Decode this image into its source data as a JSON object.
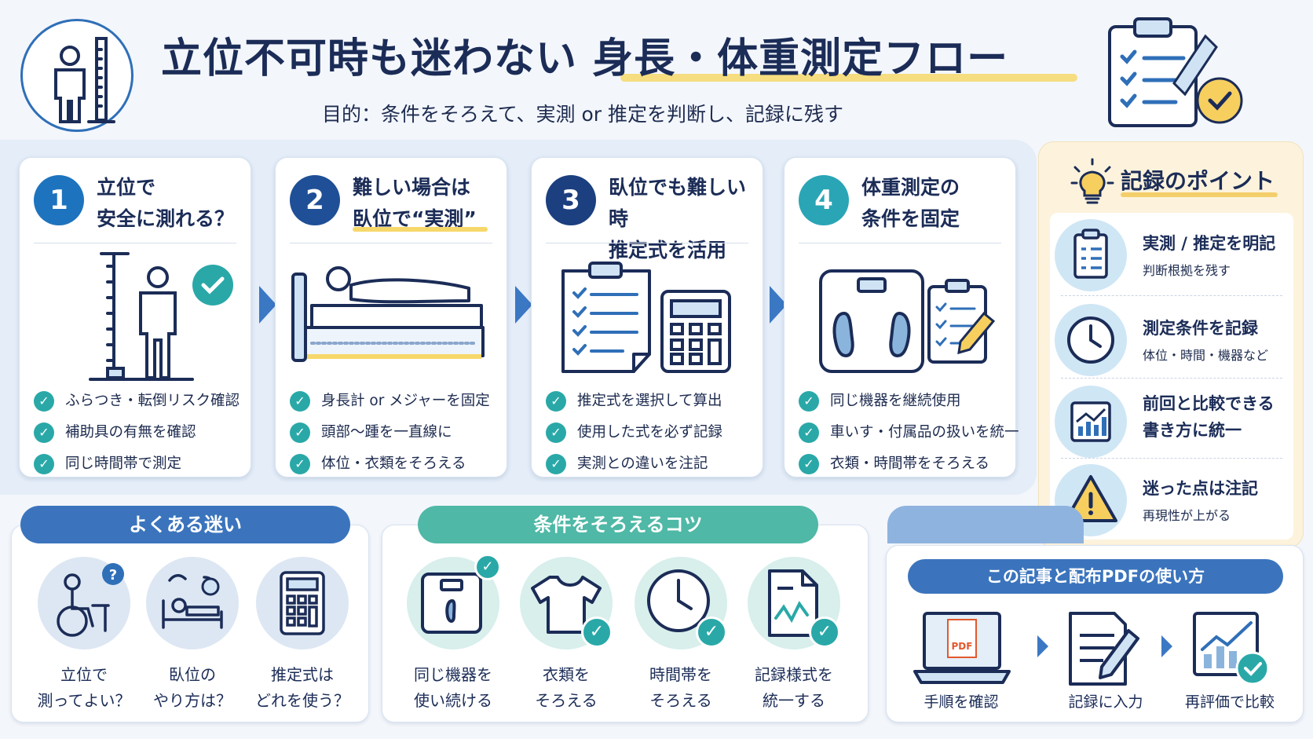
{
  "header": {
    "title": "立位不可時も迷わない 身長・体重測定フロー",
    "subtitle": "目的：条件をそろえて、実測 or 推定を判断し、記録に残す"
  },
  "steps": [
    {
      "num": "1",
      "title": "立位で\n安全に測れる？",
      "color": "#1e73be",
      "items": [
        "ふらつき・転倒リスク確認",
        "補助具の有無を確認",
        "同じ時間帯で測定"
      ]
    },
    {
      "num": "2",
      "title": "難しい場合は\n臥位で“実測”",
      "color": "#1f4f96",
      "items": [
        "身長計 or メジャーを固定",
        "頭部〜踵を一直線に",
        "体位・衣類をそろえる"
      ]
    },
    {
      "num": "3",
      "title": "臥位でも難しい時\n推定式を活用",
      "color": "#1b3f7f",
      "items": [
        "推定式を選択して算出",
        "使用した式を必ず記録",
        "実測との違いを注記"
      ]
    },
    {
      "num": "4",
      "title": "体重測定の\n条件を固定",
      "color": "#2aa5b5",
      "items": [
        "同じ機器を継続使用",
        "車いす・付属品の扱いを統一",
        "衣類・時間帯をそろえる"
      ]
    }
  ],
  "points": {
    "title": "記録のポイント",
    "items": [
      {
        "main": "実測 / 推定を明記",
        "sub": "判断根拠を残す",
        "icon": "clipboard-icon"
      },
      {
        "main": "測定条件を記録",
        "sub": "体位・時間・機器など",
        "icon": "clock-icon"
      },
      {
        "main": "前回と比較できる\n書き方に統一",
        "sub": "",
        "icon": "chart-icon"
      },
      {
        "main": "迷った点は注記",
        "sub": "再現性が上がる",
        "icon": "warning-icon"
      }
    ]
  },
  "confusions": {
    "title": "よくある迷い",
    "items": [
      "立位で\n測ってよい？",
      "臥位の\nやり方は？",
      "推定式は\nどれを使う？"
    ]
  },
  "tips": {
    "title": "条件をそろえるコツ",
    "items": [
      "同じ機器を\n使い続ける",
      "衣類を\nそろえる",
      "時間帯を\nそろえる",
      "記録様式を\n統一する"
    ]
  },
  "pdf": {
    "title": "この記事と配布PDFの使い方",
    "pdf_text": "PDF",
    "steps": [
      "手順を確認",
      "記録に入力",
      "再評価で比較"
    ]
  },
  "colors": {
    "navy": "#1b2c57",
    "blue": "#3b78c4",
    "teal": "#2aa8a8",
    "amber": "#f3cf6b"
  }
}
